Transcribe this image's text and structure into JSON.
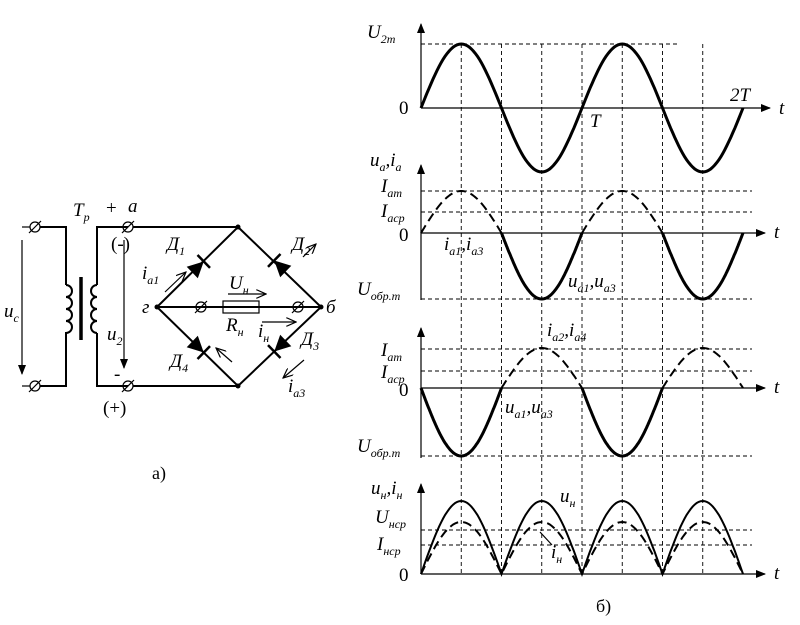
{
  "circuit": {
    "source": "u",
    "source_sub": "с",
    "transformer": "Т",
    "transformer_sub": "р",
    "plus_sign": "+",
    "minus_sign": "-",
    "node_a": "а",
    "node_a_alt": "(-)",
    "node_b": "б",
    "node_g": "г",
    "bottom_alt": "(+)",
    "u2": "u",
    "u2_sub": "2",
    "diode_1": "Д",
    "diode_1_sub": "1",
    "diode_2": "Д",
    "diode_2_sub": "2",
    "diode_3": "Д",
    "diode_3_sub": "3",
    "diode_4": "Д",
    "diode_4_sub": "4",
    "ia1": "i",
    "ia1_sub": "а1",
    "ia3": "i",
    "ia3_sub": "а3",
    "Un": "U",
    "Un_sub": "н",
    "Rn": "R",
    "Rn_sub": "н",
    "in": "i",
    "in_sub": "н",
    "caption": "а)"
  },
  "plots": {
    "caption": "б)",
    "axis_t": "t",
    "zero": "0",
    "period_T": "T",
    "period_2T": "2T",
    "p1_ylabel": "U",
    "p1_ylabel_sub": "2m",
    "p2_ylabel": "u",
    "p2_ylabel_sub": "a",
    "p2_ylabel_b": "i",
    "p2_ylabel_b_sub": "a",
    "p2_Iam": "I",
    "p2_Iam_sub": "am",
    "p2_Iacp": "I",
    "p2_Iacp_sub": "acp",
    "p2_current_label": "i",
    "p2_current_sub1": "а1",
    "p2_current_sub2": "а3",
    "p2_voltage_label": "u",
    "p2_voltage_sub1": "а1",
    "p2_voltage_sub2": "а3",
    "p2_Uobr": "U",
    "p2_Uobr_sub": "обр.m",
    "p3_Iam": "I",
    "p3_Iam_sub": "am",
    "p3_Iacp": "I",
    "p3_Iacp_sub": "acp",
    "p3_current_label": "i",
    "p3_current_sub1": "а2",
    "p3_current_sub2": "а4",
    "p3_voltage_label": "u",
    "p3_voltage_sub1": "а1",
    "p3_voltage_sub2": "а3",
    "p3_Uobr": "U",
    "p3_Uobr_sub": "обр.m",
    "p4_ylabel": "u",
    "p4_ylabel_sub": "н",
    "p4_ylabel_b": "i",
    "p4_ylabel_b_sub": "н",
    "p4_Uncp": "U",
    "p4_Uncp_sub": "нср",
    "p4_Incp": "I",
    "p4_Incp_sub": "нср",
    "p4_un": "u",
    "p4_un_sub": "н",
    "p4_in": "i",
    "p4_in_sub": "н"
  }
}
